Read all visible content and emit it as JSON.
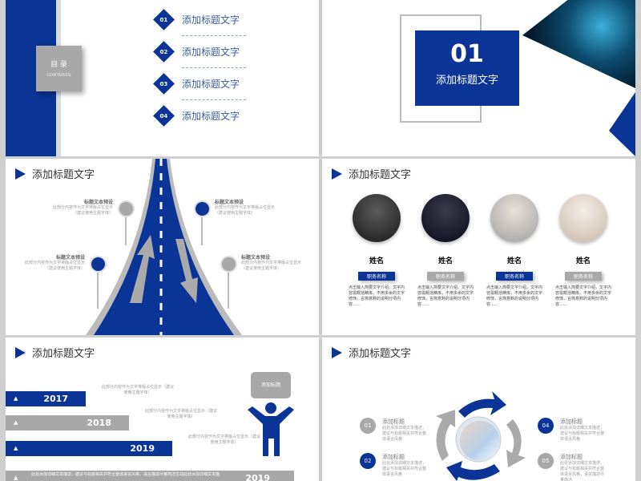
{
  "colors": {
    "accent": "#0a3596",
    "gray": "#a8a8a8"
  },
  "slide1": {
    "box_title": "目 录",
    "box_sub": "CONTENTS",
    "items": [
      {
        "num": "01",
        "label": "添加标题文字"
      },
      {
        "num": "02",
        "label": "添加标题文字"
      },
      {
        "num": "03",
        "label": "添加标题文字"
      },
      {
        "num": "04",
        "label": "添加标题文字"
      }
    ]
  },
  "slide2": {
    "num": "01",
    "title": "添加标题文字",
    "image": "fist-photo"
  },
  "slide3": {
    "title": "添加标题文字",
    "points": [
      {
        "heading": "标题文本预设",
        "body": "此部分内容作为文字排版占位显示（建议使用主题字体）",
        "icon": "money-icon"
      },
      {
        "heading": "标题文本预设",
        "body": "此部分内容作为文字排版占位显示（建议使用主题字体）",
        "icon": "inbox-icon"
      },
      {
        "heading": "标题文本预设",
        "body": "此部分内容作为文字排版占位显示（建议使用主题字体）",
        "icon": "edit-icon"
      },
      {
        "heading": "标题文本预设",
        "body": "此部分内容作为文字排版占位显示（建议使用主题字体）",
        "icon": "truck-icon"
      }
    ]
  },
  "slide4": {
    "title": "添加标题文字",
    "people": [
      {
        "name": "姓名",
        "role": "职务名称",
        "desc": "点击输入简要文字介绍，文字内容需概括精炼，不用多余的文字修饰，言简意赅的说明分项内容……"
      },
      {
        "name": "姓名",
        "role": "职务名称",
        "desc": "点击输入简要文字介绍，文字内容需概括精炼，不用多余的文字修饰，言简意赅的说明分项内容……"
      },
      {
        "name": "姓名",
        "role": "职务名称",
        "desc": "点击输入简要文字介绍，文字内容需概括精炼，不用多余的文字修饰，言简意赅的说明分项内容……"
      },
      {
        "name": "姓名",
        "role": "职务名称",
        "desc": "点击输入简要文字介绍，文字内容需概括精炼，不用多余的文字修饰，言简意赅的说明分项内容……"
      }
    ]
  },
  "slide5": {
    "title": "添加标题文字",
    "bubble": "添加标题",
    "years": [
      {
        "year": "2017",
        "text": "此部分内容作为文字排版占位显示（建议使用主题字体）"
      },
      {
        "year": "2018",
        "text": "此部分内容作为文字排版占位显示（建议使用主题字体）"
      },
      {
        "year": "2019",
        "text": "此部分内容作为文字排版占位显示（建议使用主题字体）"
      },
      {
        "year": "2019",
        "text": "此处添加详细文本描述，建议与标题相关并符合整体语言风格，语言描述尽量简洁生动此处添加详细文本描"
      }
    ]
  },
  "slide6": {
    "title": "添加标题文字",
    "items": [
      {
        "num": "01",
        "heading": "添加标题",
        "body": "此处添加详细文本描述，建议与标题相关并符合整体语言风格"
      },
      {
        "num": "02",
        "heading": "添加标题",
        "body": "此处添加详细文本描述，建议与标题相关并符合整体语言风格"
      },
      {
        "num": "04",
        "heading": "添加标题",
        "body": "此处添加详细文本描述，建议与标题相关并符合整体语言风格"
      },
      {
        "num": "05",
        "heading": "添加标题",
        "body": "此处添加详细文本描述，建议与标题相关并符合整体语言风格，语言描述尽量简洁"
      }
    ]
  }
}
